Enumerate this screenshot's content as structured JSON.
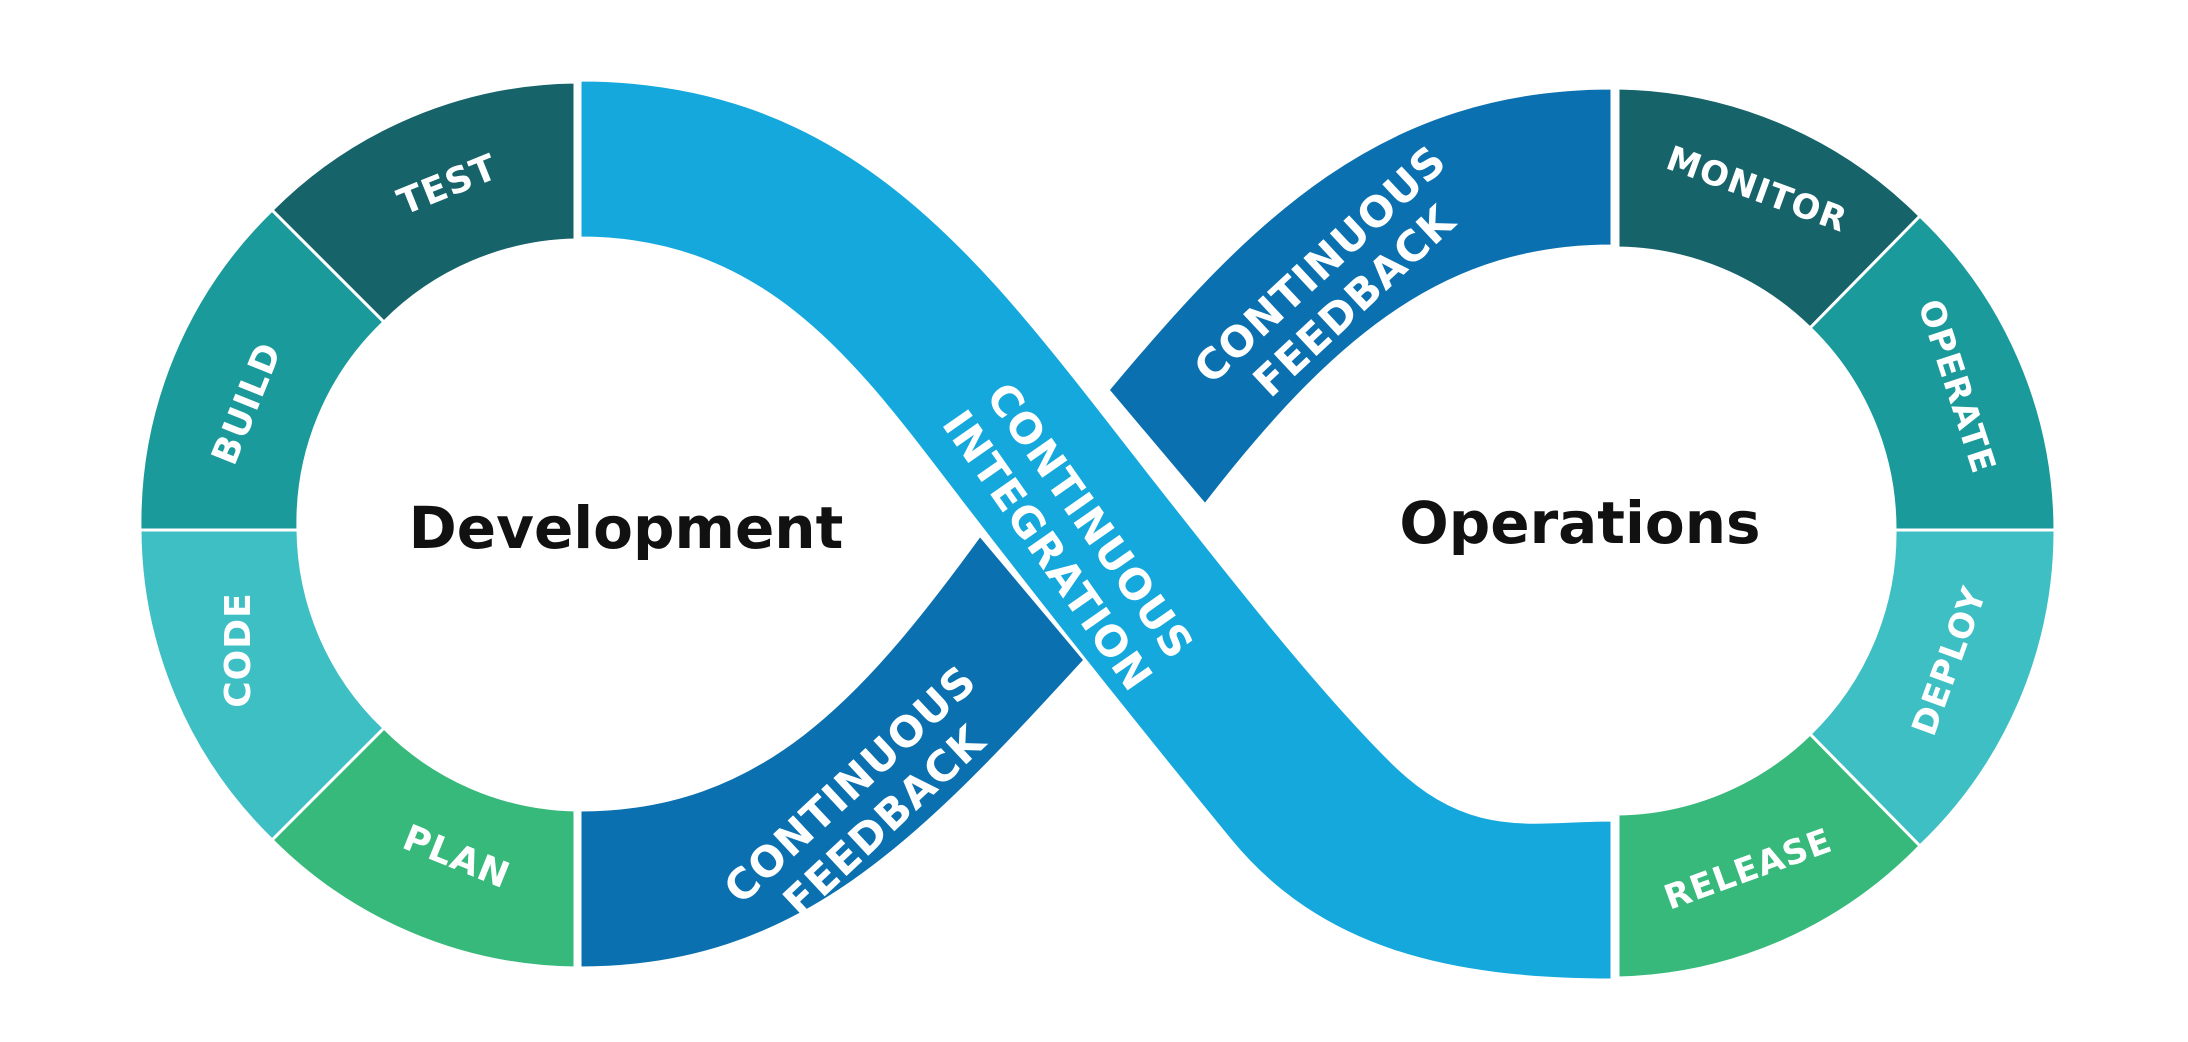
{
  "labels": {
    "development": "Development",
    "operations": "Operations",
    "feedback_top_line1": "CONTINUOUS",
    "feedback_top_line2": "FEEDBACK",
    "feedback_bottom_line1": "CONTINUOUS",
    "feedback_bottom_line2": "FEEDBACK",
    "integration_line1": "CONTINUOUS",
    "integration_line2": "INTEGRATION"
  },
  "left_stages": [
    {
      "label": "PLAN",
      "color": "#36b97a"
    },
    {
      "label": "CODE",
      "color": "#3dbfc4"
    },
    {
      "label": "BUILD",
      "color": "#1a9a9a"
    },
    {
      "label": "TEST",
      "color": "#16636a"
    }
  ],
  "right_stages": [
    {
      "label": "MONITOR",
      "color": "#16636a"
    },
    {
      "label": "OPERATE",
      "color": "#1a9a9a"
    },
    {
      "label": "DEPLOY",
      "color": "#3dbfc4"
    },
    {
      "label": "RELEASE",
      "color": "#36b97a"
    }
  ],
  "colors": {
    "integration": "#14a8dc",
    "feedback": "#0b70b0",
    "background": "#ffffff",
    "text_dark": "#111111"
  }
}
